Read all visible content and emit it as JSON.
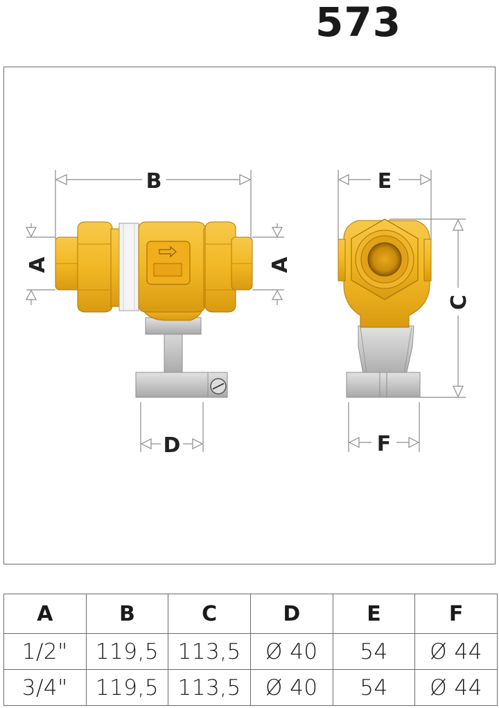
{
  "product_code": "573",
  "drawing": {
    "labels": {
      "a_left": "A",
      "a_right": "A",
      "b": "B",
      "c": "C",
      "d": "D",
      "e": "E",
      "f": "F"
    },
    "colors": {
      "brass": "#f2b824",
      "brass_dark": "#c98a0a",
      "steel": "#c9c9c9",
      "steel_dark": "#8f8f8f",
      "dimension": "#8a8a8a"
    }
  },
  "table": {
    "headers": [
      "A",
      "B",
      "C",
      "D",
      "E",
      "F"
    ],
    "rows": [
      [
        "1/2\"",
        "119,5",
        "113,5",
        "Ø 40",
        "54",
        "Ø 44"
      ],
      [
        "3/4\"",
        "119,5",
        "113,5",
        "Ø 40",
        "54",
        "Ø 44"
      ]
    ]
  }
}
